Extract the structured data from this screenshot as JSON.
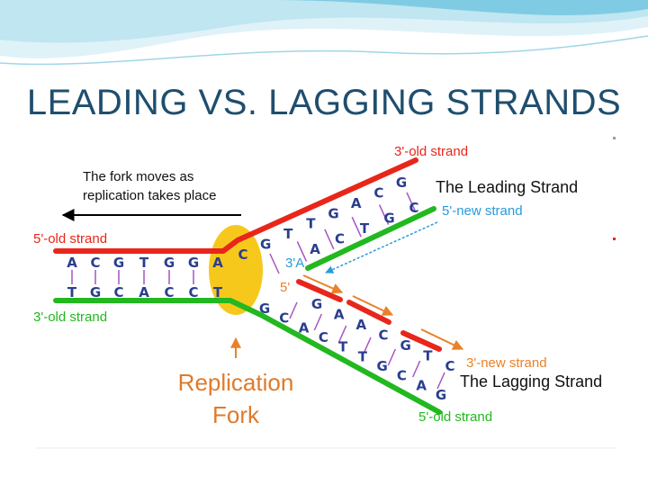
{
  "slide": {
    "title": "LEADING VS. LAGGING STRANDS"
  },
  "diagram": {
    "fork_note": [
      "The fork moves as",
      "replication takes place"
    ],
    "labels": {
      "old_strand_top_right": "3'-old strand",
      "leading_strand": "The Leading Strand",
      "new_strand_leading": "5'-new strand",
      "old_strand_top_left": "5'-old strand",
      "old_strand_bottom_left": "3'-old strand",
      "three_prime_a": "3'A",
      "five_prime": "5'",
      "new_strand_lagging": "3'-new strand",
      "lagging_strand": "The Lagging Strand",
      "old_strand_bottom_right": "5'-old strand",
      "replication_fork": [
        "Replication",
        "Fork"
      ]
    },
    "bases": {
      "top_left": [
        "A",
        "C",
        "G",
        "T",
        "G",
        "G",
        "A"
      ],
      "bottom_left": [
        "T",
        "G",
        "C",
        "A",
        "C",
        "C",
        "T"
      ],
      "upper_outer": [
        "C",
        "G",
        "T",
        "T",
        "G",
        "A",
        "C",
        "G"
      ],
      "upper_inner": [
        "A",
        "C",
        "T",
        "G",
        "C"
      ],
      "lower_outer": [
        "G",
        "C",
        "A",
        "C",
        "T",
        "T",
        "G",
        "C",
        "A",
        "G"
      ],
      "lower_inner": [
        "G",
        "A",
        "A",
        "C",
        "G",
        "T",
        "C"
      ]
    },
    "colors": {
      "old_top": "#e8261a",
      "old_bottom": "#22b81f",
      "new_lagging": "#e8261a",
      "new_leading": "#22b81f",
      "base_text": "#2a3e8c",
      "rung": "#a653c4",
      "fork": "#f7c81c",
      "fork_label": "#e07a2a",
      "title": "#1f4e6e",
      "wave": "#bfe6f1",
      "leading_label": "#2a9ad8",
      "arrow_orange": "#e8822a"
    }
  }
}
